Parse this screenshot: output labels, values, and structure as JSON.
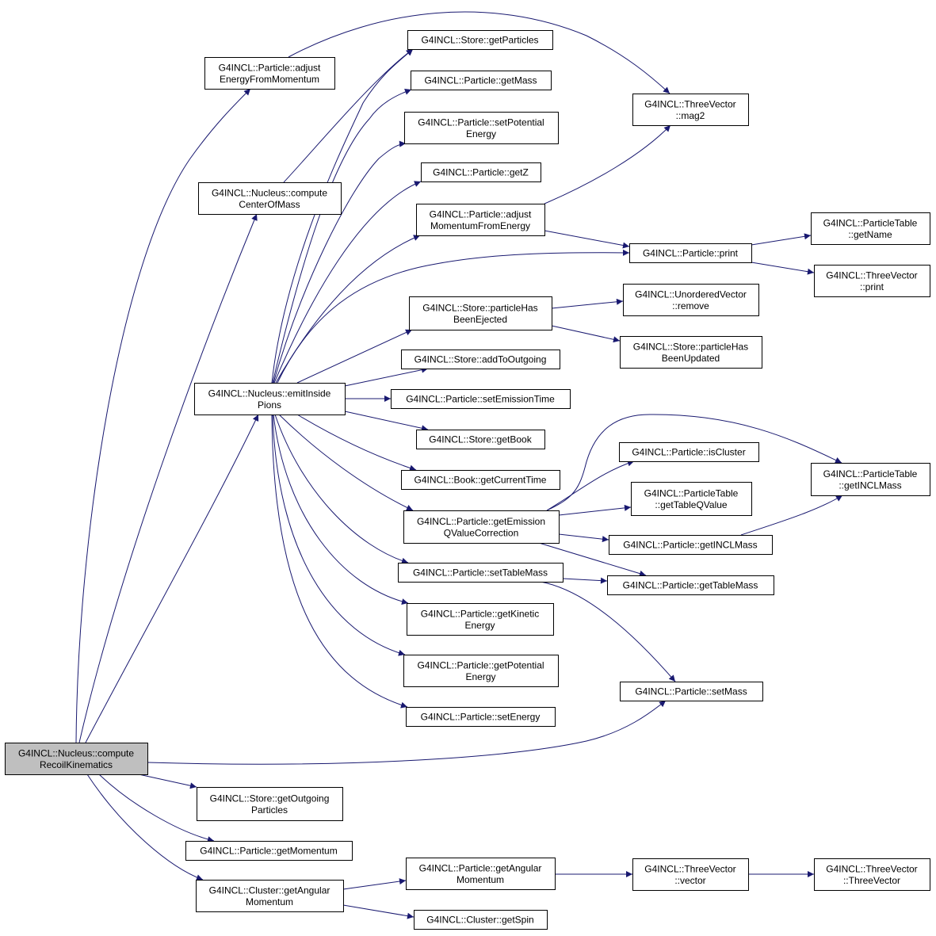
{
  "colors": {
    "edge": "#191970",
    "root_fill": "#bfbfbf",
    "node_fill": "#ffffff",
    "border": "#000000"
  },
  "nodes": [
    {
      "id": "root",
      "lines": [
        "G4INCL::Nucleus::compute",
        "RecoilKinematics"
      ]
    },
    {
      "id": "adjustEnergyFromMomentum",
      "lines": [
        "G4INCL::Particle::adjust",
        "EnergyFromMomentum"
      ]
    },
    {
      "id": "computeCenterOfMass",
      "lines": [
        "G4INCL::Nucleus::compute",
        "CenterOfMass"
      ]
    },
    {
      "id": "emitInsidePions",
      "lines": [
        "G4INCL::Nucleus::emitInside",
        "Pions"
      ]
    },
    {
      "id": "storeGetOutgoingParticles",
      "lines": [
        "G4INCL::Store::getOutgoing",
        "Particles"
      ]
    },
    {
      "id": "getMomentum",
      "lines": [
        "G4INCL::Particle::getMomentum"
      ]
    },
    {
      "id": "clusterGetAngularMomentum",
      "lines": [
        "G4INCL::Cluster::getAngular",
        "Momentum"
      ]
    },
    {
      "id": "storeGetParticles",
      "lines": [
        "G4INCL::Store::getParticles"
      ]
    },
    {
      "id": "getMass",
      "lines": [
        "G4INCL::Particle::getMass"
      ]
    },
    {
      "id": "setPotentialEnergy",
      "lines": [
        "G4INCL::Particle::setPotential",
        "Energy"
      ]
    },
    {
      "id": "getZ",
      "lines": [
        "G4INCL::Particle::getZ"
      ]
    },
    {
      "id": "adjustMomentumFromEnergy",
      "lines": [
        "G4INCL::Particle::adjust",
        "MomentumFromEnergy"
      ]
    },
    {
      "id": "particleHasBeenEjected",
      "lines": [
        "G4INCL::Store::particleHas",
        "BeenEjected"
      ]
    },
    {
      "id": "addToOutgoing",
      "lines": [
        "G4INCL::Store::addToOutgoing"
      ]
    },
    {
      "id": "setEmissionTime",
      "lines": [
        "G4INCL::Particle::setEmissionTime"
      ]
    },
    {
      "id": "getBook",
      "lines": [
        "G4INCL::Store::getBook"
      ]
    },
    {
      "id": "getCurrentTime",
      "lines": [
        "G4INCL::Book::getCurrentTime"
      ]
    },
    {
      "id": "getEmissionQValueCorrection",
      "lines": [
        "G4INCL::Particle::getEmission",
        "QValueCorrection"
      ]
    },
    {
      "id": "setTableMass",
      "lines": [
        "G4INCL::Particle::setTableMass"
      ]
    },
    {
      "id": "getKineticEnergy",
      "lines": [
        "G4INCL::Particle::getKinetic",
        "Energy"
      ]
    },
    {
      "id": "getPotentialEnergy",
      "lines": [
        "G4INCL::Particle::getPotential",
        "Energy"
      ]
    },
    {
      "id": "setEnergy",
      "lines": [
        "G4INCL::Particle::setEnergy"
      ]
    },
    {
      "id": "particleGetAngularMomentum",
      "lines": [
        "G4INCL::Particle::getAngular",
        "Momentum"
      ]
    },
    {
      "id": "getSpin",
      "lines": [
        "G4INCL::Cluster::getSpin"
      ]
    },
    {
      "id": "mag2",
      "lines": [
        "G4INCL::ThreeVector",
        "::mag2"
      ]
    },
    {
      "id": "particlePrint",
      "lines": [
        "G4INCL::Particle::print"
      ]
    },
    {
      "id": "unorderedVectorRemove",
      "lines": [
        "G4INCL::UnorderedVector",
        "::remove"
      ]
    },
    {
      "id": "particleHasBeenUpdated",
      "lines": [
        "G4INCL::Store::particleHas",
        "BeenUpdated"
      ]
    },
    {
      "id": "isCluster",
      "lines": [
        "G4INCL::Particle::isCluster"
      ]
    },
    {
      "id": "getTableQValue",
      "lines": [
        "G4INCL::ParticleTable",
        "::getTableQValue"
      ]
    },
    {
      "id": "particleGetINCLMass",
      "lines": [
        "G4INCL::Particle::getINCLMass"
      ]
    },
    {
      "id": "getTableMass",
      "lines": [
        "G4INCL::Particle::getTableMass"
      ]
    },
    {
      "id": "setMass",
      "lines": [
        "G4INCL::Particle::setMass"
      ]
    },
    {
      "id": "threeVectorVector",
      "lines": [
        "G4INCL::ThreeVector",
        "::vector"
      ]
    },
    {
      "id": "getName",
      "lines": [
        "G4INCL::ParticleTable",
        "::getName"
      ]
    },
    {
      "id": "threeVectorPrint",
      "lines": [
        "G4INCL::ThreeVector",
        "::print"
      ]
    },
    {
      "id": "tableGetINCLMass",
      "lines": [
        "G4INCL::ParticleTable",
        "::getINCLMass"
      ]
    },
    {
      "id": "threeVectorCtor",
      "lines": [
        "G4INCL::ThreeVector",
        "::ThreeVector"
      ]
    }
  ],
  "edges": [
    [
      "root",
      "adjustEnergyFromMomentum"
    ],
    [
      "root",
      "computeCenterOfMass"
    ],
    [
      "root",
      "emitInsidePions"
    ],
    [
      "root",
      "setMass"
    ],
    [
      "root",
      "storeGetOutgoingParticles"
    ],
    [
      "root",
      "getMomentum"
    ],
    [
      "root",
      "clusterGetAngularMomentum"
    ],
    [
      "adjustEnergyFromMomentum",
      "mag2"
    ],
    [
      "computeCenterOfMass",
      "storeGetParticles"
    ],
    [
      "emitInsidePions",
      "storeGetParticles"
    ],
    [
      "emitInsidePions",
      "getMass"
    ],
    [
      "emitInsidePions",
      "setPotentialEnergy"
    ],
    [
      "emitInsidePions",
      "getZ"
    ],
    [
      "emitInsidePions",
      "adjustMomentumFromEnergy"
    ],
    [
      "emitInsidePions",
      "particlePrint"
    ],
    [
      "emitInsidePions",
      "particleHasBeenEjected"
    ],
    [
      "emitInsidePions",
      "addToOutgoing"
    ],
    [
      "emitInsidePions",
      "setEmissionTime"
    ],
    [
      "emitInsidePions",
      "getBook"
    ],
    [
      "emitInsidePions",
      "getCurrentTime"
    ],
    [
      "emitInsidePions",
      "getEmissionQValueCorrection"
    ],
    [
      "emitInsidePions",
      "setTableMass"
    ],
    [
      "emitInsidePions",
      "getKineticEnergy"
    ],
    [
      "emitInsidePions",
      "getPotentialEnergy"
    ],
    [
      "emitInsidePions",
      "setEnergy"
    ],
    [
      "adjustMomentumFromEnergy",
      "mag2"
    ],
    [
      "adjustMomentumFromEnergy",
      "particlePrint"
    ],
    [
      "particlePrint",
      "getName"
    ],
    [
      "particlePrint",
      "threeVectorPrint"
    ],
    [
      "particleHasBeenEjected",
      "unorderedVectorRemove"
    ],
    [
      "particleHasBeenEjected",
      "particleHasBeenUpdated"
    ],
    [
      "getEmissionQValueCorrection",
      "isCluster"
    ],
    [
      "getEmissionQValueCorrection",
      "tableGetINCLMass"
    ],
    [
      "getEmissionQValueCorrection",
      "getTableQValue"
    ],
    [
      "getEmissionQValueCorrection",
      "particleGetINCLMass"
    ],
    [
      "getEmissionQValueCorrection",
      "getTableMass"
    ],
    [
      "particleGetINCLMass",
      "tableGetINCLMass"
    ],
    [
      "setTableMass",
      "getTableMass"
    ],
    [
      "setTableMass",
      "setMass"
    ],
    [
      "clusterGetAngularMomentum",
      "particleGetAngularMomentum"
    ],
    [
      "clusterGetAngularMomentum",
      "getSpin"
    ],
    [
      "particleGetAngularMomentum",
      "threeVectorVector"
    ],
    [
      "threeVectorVector",
      "threeVectorCtor"
    ]
  ]
}
